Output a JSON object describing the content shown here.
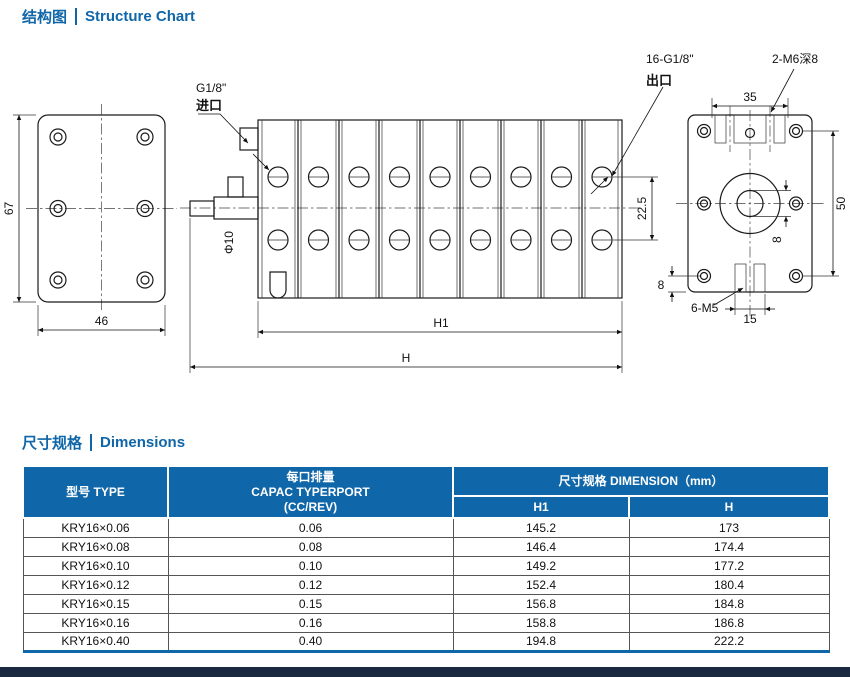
{
  "sections": {
    "structure": {
      "zh": "结构图",
      "en": "Structure Chart"
    },
    "dimensions": {
      "zh": "尺寸规格",
      "en": "Dimensions"
    }
  },
  "drawing": {
    "inlet_thread": "G1/8\"",
    "inlet_label": "进口",
    "outlet_thread": "16-G1/8\"",
    "outlet_label": "出口",
    "tap_top": "2-M6深8",
    "tap_bottom": "6-M5",
    "shaft_diameter": "Φ10",
    "dim_height": "67",
    "dim_width": "46",
    "dim_port_offset": "22.5",
    "dim_h1": "H1",
    "dim_h": "H",
    "dim_35": "35",
    "dim_50": "50",
    "dim_bore": "8",
    "dim_edge": "8",
    "dim_15": "15"
  },
  "table": {
    "headers": {
      "type": "型号 TYPE",
      "capacity_lines": [
        "每口排量",
        "CAPAC TYPERPORT",
        "(CC/REV)"
      ],
      "dimension_group": "尺寸规格 DIMENSION（mm）",
      "col_h1": "H1",
      "col_h": "H"
    },
    "rows": [
      {
        "type": "KRY16×0.06",
        "capacity": "0.06",
        "h1": "145.2",
        "h": "173"
      },
      {
        "type": "KRY16×0.08",
        "capacity": "0.08",
        "h1": "146.4",
        "h": "174.4"
      },
      {
        "type": "KRY16×0.10",
        "capacity": "0.10",
        "h1": "149.2",
        "h": "177.2"
      },
      {
        "type": "KRY16×0.12",
        "capacity": "0.12",
        "h1": "152.4",
        "h": "180.4"
      },
      {
        "type": "KRY16×0.15",
        "capacity": "0.15",
        "h1": "156.8",
        "h": "184.8"
      },
      {
        "type": "KRY16×0.16",
        "capacity": "0.16",
        "h1": "158.8",
        "h": "186.8"
      },
      {
        "type": "KRY16×0.40",
        "capacity": "0.40",
        "h1": "194.8",
        "h": "222.2"
      }
    ]
  },
  "colors": {
    "accent": "#0f66a8",
    "table_header_bg": "#0f66a8",
    "footer_bar": "#1b2940"
  }
}
